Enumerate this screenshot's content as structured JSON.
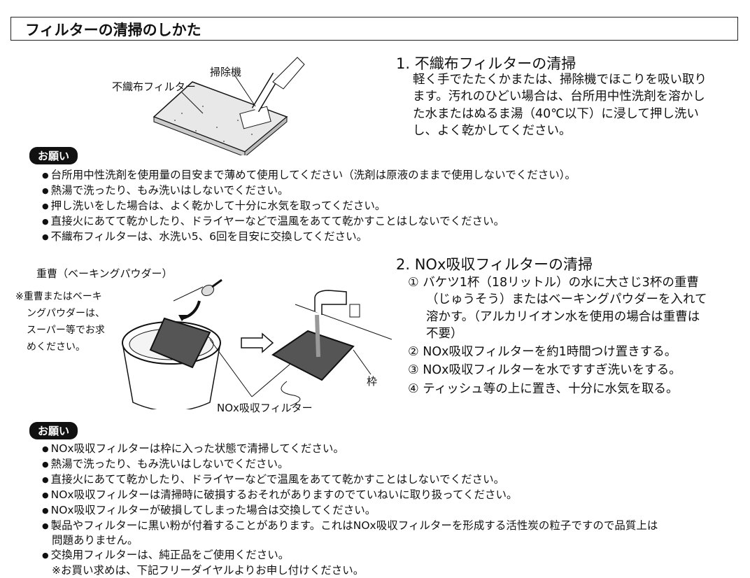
{
  "title": "フィルターの清掃のしかた",
  "section1": {
    "heading": "1. 不織布フィルターの清掃",
    "body": [
      "軽く手でたたくかまたは、掃除機でほこりを吸い取り",
      "ます。汚れのひどい場合は、台所用中性洗剤を溶かし",
      "た水またはぬるま湯（40℃以下）に浸して押し洗い",
      "し、よく乾かしてください。"
    ],
    "illustration_labels": {
      "vacuum": "掃除機",
      "filter": "不織布フィルター"
    }
  },
  "notice1": {
    "badge": "お願い",
    "items": [
      "台所用中性洗剤を使用量の目安まで薄めて使用してください（洗剤は原液のままで使用しないでください）。",
      "熱湯で洗ったり、もみ洗いはしないでください。",
      "押し洗いをした場合は、よく乾かして十分に水気を取ってください。",
      "直接火にあてて乾かしたり、ドライヤーなどで温風をあてて乾かすことはしないでください。",
      "不織布フィルターは、水洗い5、6回を目安に交換してください。"
    ]
  },
  "section2": {
    "heading": "2. NOx吸収フィルターの清掃",
    "steps": [
      {
        "num": "①",
        "lines": [
          "バケツ1杯（18リットル）の水に大さじ3杯の重曹",
          "（じゅうそう）またはベーキングパウダーを入れて",
          "溶かす。（アルカリイオン水を使用の場合は重曹は",
          "不要）"
        ]
      },
      {
        "num": "②",
        "lines": [
          "NOx吸収フィルターを約1時間つけ置きする。"
        ]
      },
      {
        "num": "③",
        "lines": [
          "NOx吸収フィルターを水ですすぎ洗いをする。"
        ]
      },
      {
        "num": "④",
        "lines": [
          "ティッシュ等の上に置き、十分に水気を取る。"
        ]
      }
    ],
    "illustration_labels": {
      "soda": "重曹（ベーキングパウダー）",
      "note": [
        "※重曹またはベーキ",
        "ングパウダーは、",
        "スーパー等でお求",
        "めください。"
      ],
      "frame": "枠",
      "filter": "NOx吸収フィルター"
    }
  },
  "notice2": {
    "badge": "お願い",
    "items": [
      {
        "lines": [
          "NOx吸収フィルターは枠に入った状態で清掃してください。"
        ]
      },
      {
        "lines": [
          "熱湯で洗ったり、もみ洗いはしないでください。"
        ]
      },
      {
        "lines": [
          "直接火にあてて乾かしたり、ドライヤーなどで温風をあてて乾かすことはしないでください。"
        ]
      },
      {
        "lines": [
          "NOx吸収フィルターは清掃時に破損するおそれがありますのでていねいに取り扱ってください。"
        ]
      },
      {
        "lines": [
          "NOx吸収フィルターが破損してしまった場合は交換してください。"
        ]
      },
      {
        "lines": [
          "製品やフィルターに黒い粉が付着することがあります。これはNOx吸収フィルターを形成する活性炭の粒子ですので品質上は",
          "問題ありません。"
        ]
      },
      {
        "lines": [
          "交換用フィルターは、純正品をご使用ください。",
          "※お買い求めは、下記フリーダイヤルよりお申し付けください。"
        ]
      }
    ]
  }
}
